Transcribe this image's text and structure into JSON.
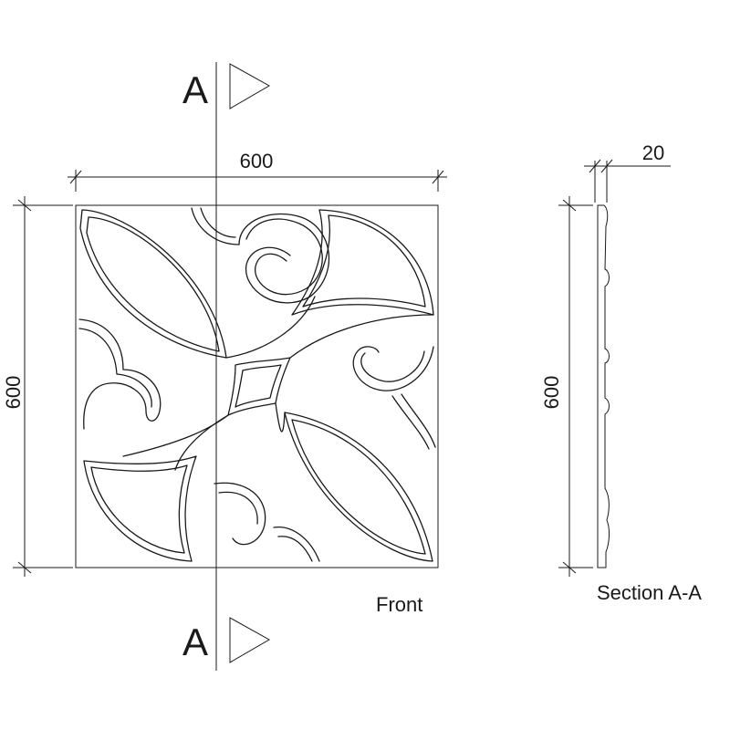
{
  "section_marker": {
    "top": "A",
    "bottom": "A"
  },
  "dimensions": {
    "front_width": "600",
    "front_height": "600",
    "section_thickness": "20",
    "section_height": "600"
  },
  "captions": {
    "front": "Front",
    "section": "Section A-A"
  }
}
